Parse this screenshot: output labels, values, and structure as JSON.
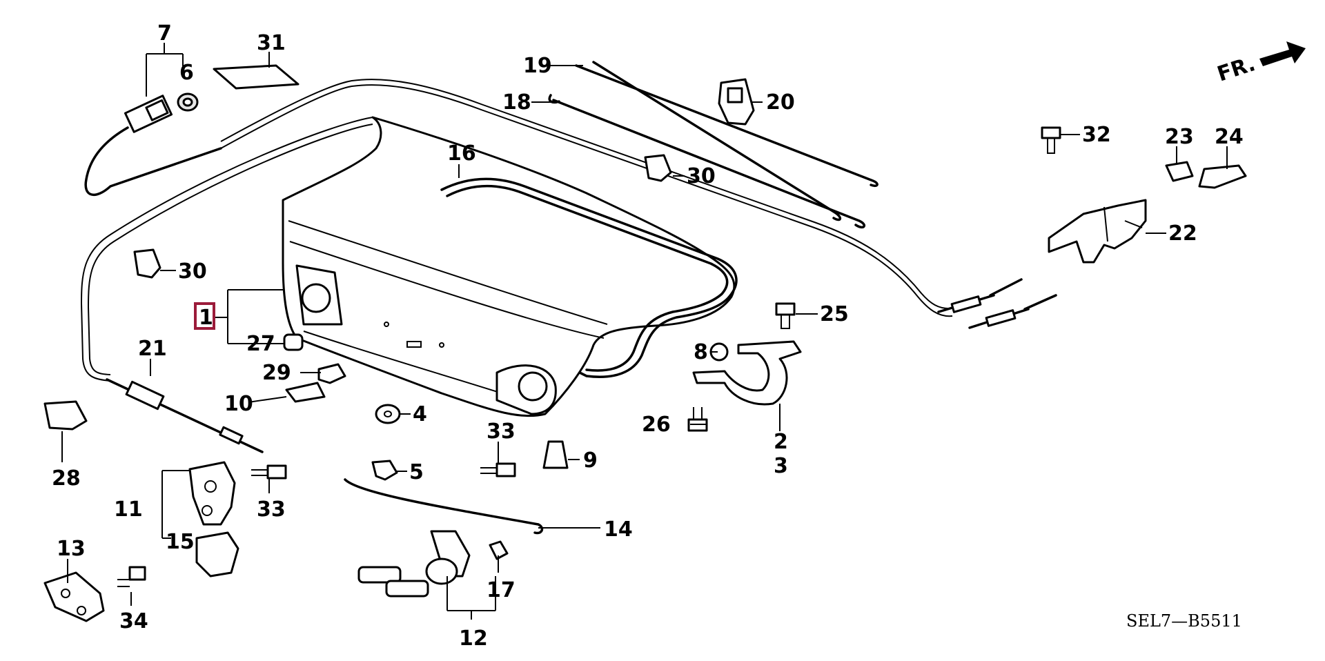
{
  "diagram": {
    "direction_label": "FR.",
    "diagram_code": "SEL7—B5511",
    "highlight_color": "#9b1b3a",
    "callouts": {
      "c1": "1",
      "c2": "2",
      "c3": "3",
      "c4": "4",
      "c5": "5",
      "c6": "6",
      "c7": "7",
      "c8": "8",
      "c9": "9",
      "c10": "10",
      "c11": "11",
      "c12": "12",
      "c13": "13",
      "c14": "14",
      "c15": "15",
      "c16": "16",
      "c17": "17",
      "c18": "18",
      "c19": "19",
      "c20": "20",
      "c21": "21",
      "c22": "22",
      "c23": "23",
      "c24": "24",
      "c25": "25",
      "c26": "26",
      "c27": "27",
      "c28": "28",
      "c29": "29",
      "c30a": "30",
      "c30b": "30",
      "c31": "31",
      "c32": "32",
      "c33a": "33",
      "c33b": "33",
      "c34": "34"
    }
  }
}
